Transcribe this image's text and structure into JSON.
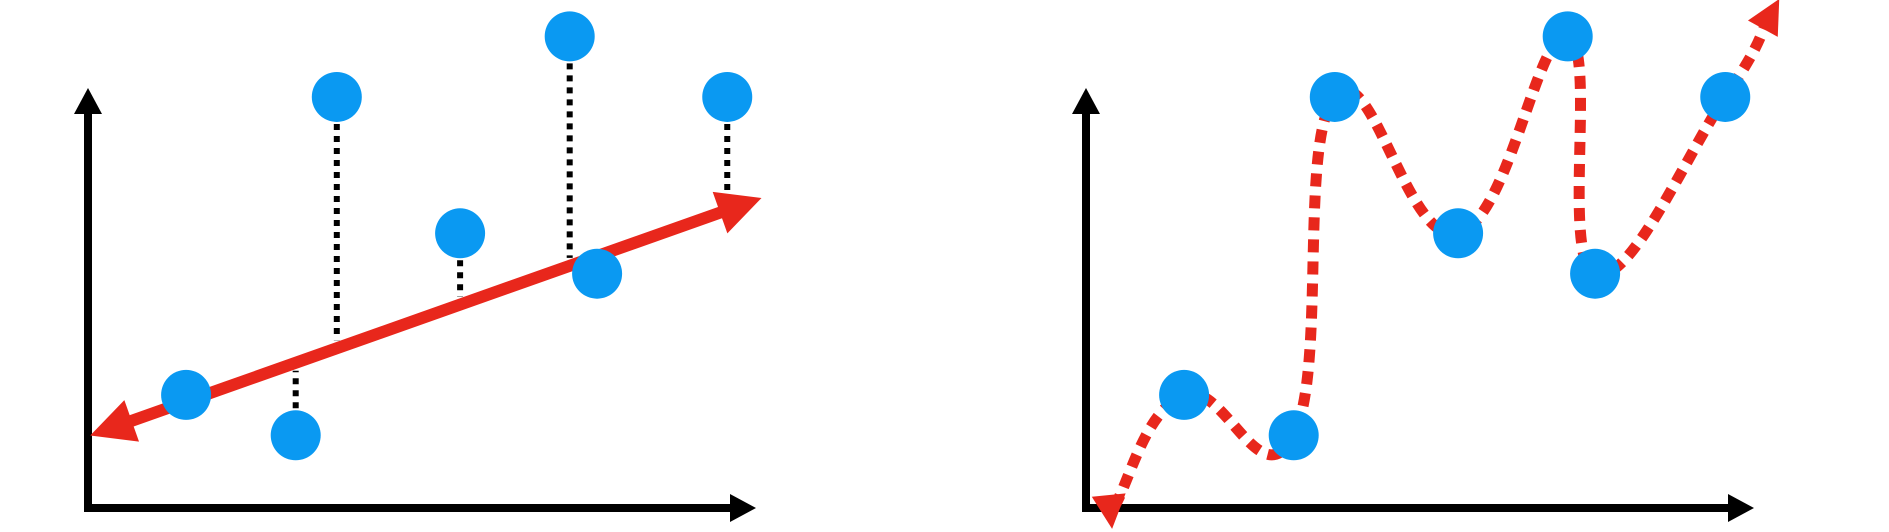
{
  "colors": {
    "axis": "#000000",
    "point": "#0a99f2",
    "fit": "#e8271c",
    "residual": "#000000",
    "background": "#ffffff"
  },
  "panels": [
    {
      "kind": "linear-fit",
      "points": [
        {
          "x": 0.6,
          "y": 2.2
        },
        {
          "x": 2.2,
          "y": 1.4
        },
        {
          "x": 2.8,
          "y": 8.1
        },
        {
          "x": 4.6,
          "y": 5.4
        },
        {
          "x": 6.2,
          "y": 9.3
        },
        {
          "x": 6.6,
          "y": 4.6
        },
        {
          "x": 8.5,
          "y": 8.1
        }
      ],
      "fit_line": {
        "slope": 0.48,
        "intercept": 1.78,
        "x_range": [
          -0.8,
          8.5
        ]
      }
    },
    {
      "kind": "overfit-curve",
      "points": [
        {
          "x": 0.6,
          "y": 2.2
        },
        {
          "x": 2.2,
          "y": 1.4
        },
        {
          "x": 2.8,
          "y": 8.1
        },
        {
          "x": 4.6,
          "y": 5.4
        },
        {
          "x": 6.2,
          "y": 9.3
        },
        {
          "x": 6.6,
          "y": 4.6
        },
        {
          "x": 8.5,
          "y": 8.1
        }
      ]
    }
  ]
}
